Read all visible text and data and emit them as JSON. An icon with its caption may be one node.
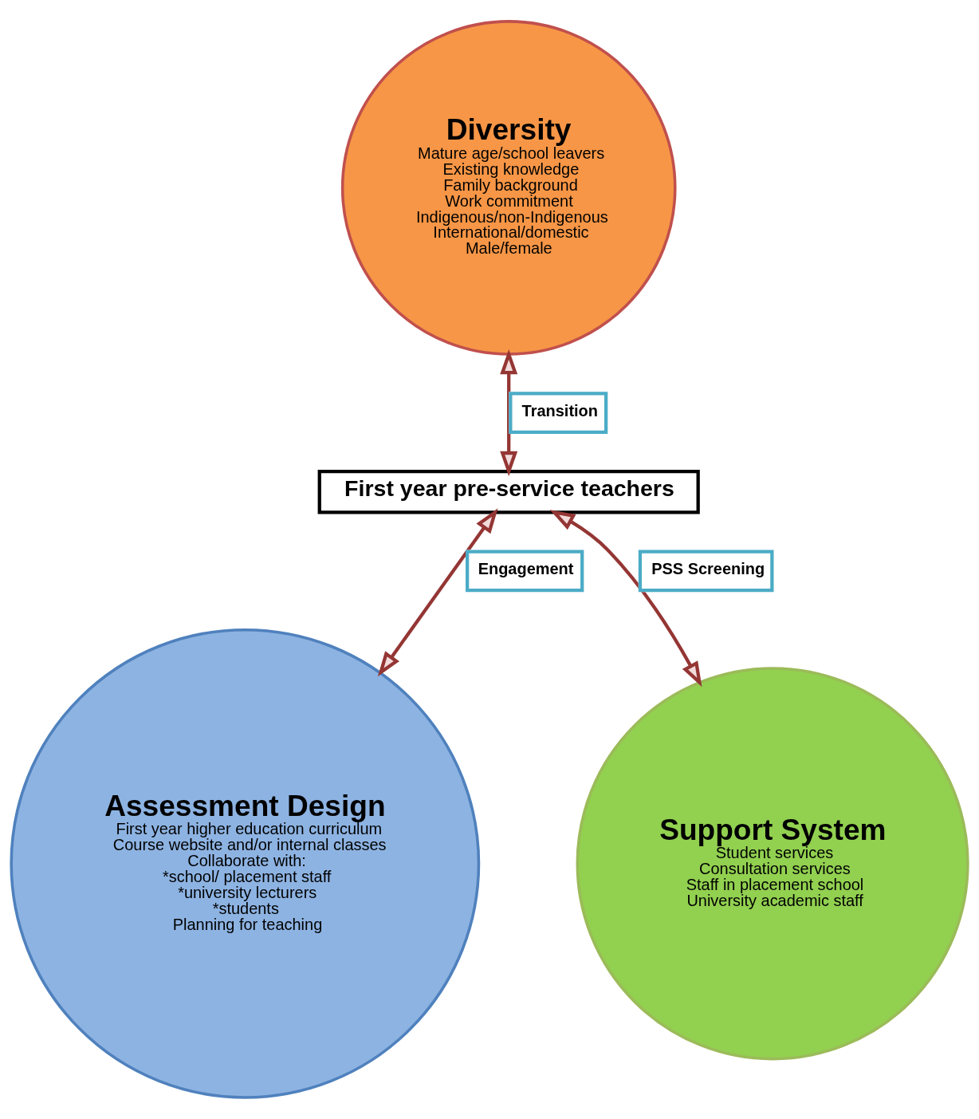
{
  "diagram": {
    "nodes": [
      {
        "text": [
          "Diversity",
          "Mature age/school leavers",
          "Existing knowledge",
          "Family background",
          "Work commitment",
          "Indigenous/non-Indigenous",
          "International/domestic",
          "Male/female"
        ]
      },
      {
        "text": [
          "First year pre-service teachers"
        ]
      },
      {
        "text": [
          "Assessment Design",
          "First year higher education curriculum",
          "Course website and/or internal classes",
          "Collaborate with:",
          "*school/ placement staff",
          "*university lecturers",
          "*students",
          "Planning for teaching"
        ]
      },
      {
        "text": [
          "Support System",
          "Student services",
          "Consultation services",
          "Staff in placement school",
          "University academic staff"
        ]
      }
    ],
    "edges": [
      {
        "from": 0,
        "to": 1,
        "arrow": "both",
        "label": "Transition"
      },
      {
        "from": 1,
        "to": 2,
        "arrow": "both",
        "label": "Engagement"
      },
      {
        "from": 1,
        "to": 3,
        "arrow": "both",
        "label": "PSS Screening"
      }
    ]
  }
}
